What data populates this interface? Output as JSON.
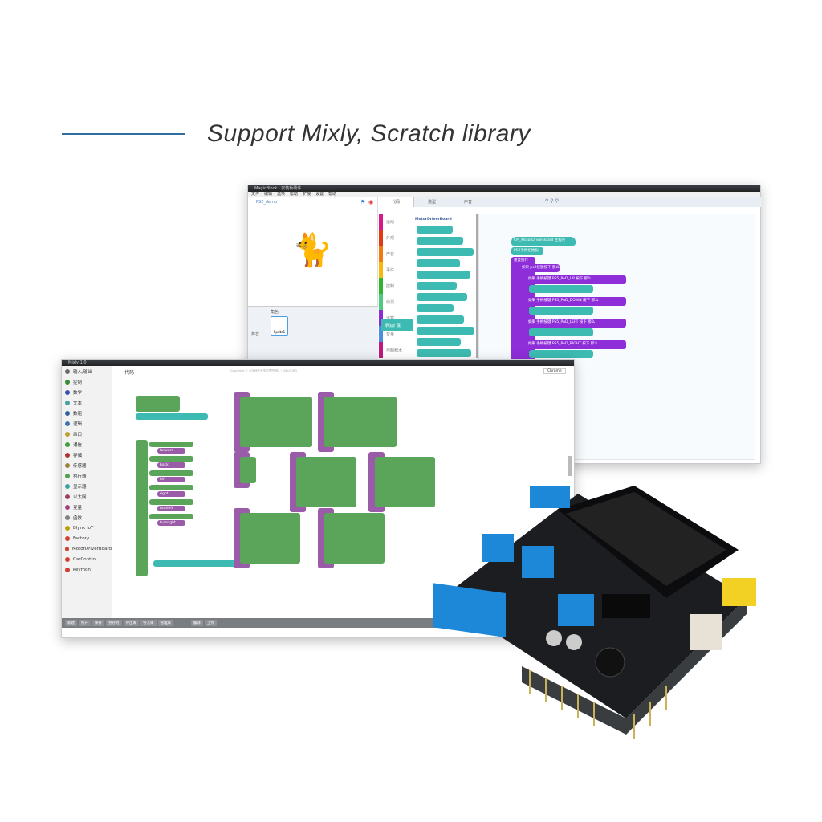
{
  "headline": "Support Mixly, Scratch library",
  "colors": {
    "rule": "#2f6f9f",
    "scratch_teal": "#3dbbb2",
    "scratch_purple": "#8e2ed9",
    "mixly_green": "#5ba55b",
    "mixly_purple": "#9a5ca8",
    "board_blue": "#1e88d8"
  },
  "scratch": {
    "title": "MagicBlock - 安装板硬件",
    "menu": [
      "文件",
      "编辑",
      "选项",
      "帮助",
      "扩展",
      "设置",
      "帮助"
    ],
    "project": "PS2_demo",
    "tabs": [
      "代码",
      "造型",
      "声音"
    ],
    "categories": [
      {
        "label": "运动",
        "color": "#d6198a"
      },
      {
        "label": "外观",
        "color": "#e03a14"
      },
      {
        "label": "声音",
        "color": "#f07a10"
      },
      {
        "label": "事件",
        "color": "#f8b70c"
      },
      {
        "label": "控制",
        "color": "#2db533"
      },
      {
        "label": "侦测",
        "color": "#4ec97e"
      },
      {
        "label": "运算",
        "color": "#8a2bd6"
      },
      {
        "label": "变量",
        "color": "#4a8fe0"
      },
      {
        "label": "自制积木",
        "color": "#c01880"
      }
    ],
    "palette_title": "MotorDriverBoard",
    "add_extension": "添加扩展",
    "sprite_label": "角色",
    "sprite_name": "Sprite1",
    "stage_label": "舞台",
    "script": [
      "CM_MotorDriverBoard 主程序",
      "PS2手柄初始化",
      "重复执行",
      "如果 ps2按键按下 那么",
      "如果 手柄按键 PS5_PAD_UP 按下 那么",
      "如果 手柄按键 PS5_PAD_DOWN 按下 那么",
      "如果 手柄按键 PS5_PAD_LEFT 按下 那么",
      "如果 手柄按键 PS5_PAD_RIGHT 按下 那么"
    ]
  },
  "mixly": {
    "title": "Mixly 1.0",
    "tab": "代码",
    "copyright": "Copyright © 北京师范大学米思齐团队 | MIXLY.ORG",
    "board": "Chrome",
    "sidebar": [
      {
        "label": "输入/输出",
        "color": "#6a6a6a"
      },
      {
        "label": "控制",
        "color": "#3a8a3a"
      },
      {
        "label": "数学",
        "color": "#3a4fb0"
      },
      {
        "label": "文本",
        "color": "#4aa0a0"
      },
      {
        "label": "数组",
        "color": "#3060a0"
      },
      {
        "label": "逻辑",
        "color": "#4070b0"
      },
      {
        "label": "串口",
        "color": "#c0a030"
      },
      {
        "label": "通信",
        "color": "#40a040"
      },
      {
        "label": "存储",
        "color": "#b03030"
      },
      {
        "label": "传感器",
        "color": "#a08040"
      },
      {
        "label": "执行器",
        "color": "#50a050"
      },
      {
        "label": "显示器",
        "color": "#40a0a0"
      },
      {
        "label": "以太网",
        "color": "#a04060"
      },
      {
        "label": "变量",
        "color": "#a04080"
      },
      {
        "label": "函数",
        "color": "#808080"
      },
      {
        "label": "Blynk IoT",
        "color": "#c0a000"
      },
      {
        "label": "Factory",
        "color": "#d04030"
      },
      {
        "label": "MotorDriverBoard",
        "color": "#d04030"
      },
      {
        "label": "CarControl",
        "color": "#d04030"
      },
      {
        "label": "keymon",
        "color": "#d04030"
      }
    ],
    "functions": [
      "forward",
      "back",
      "left",
      "right",
      "turnleft",
      "turnright"
    ],
    "bottom": [
      "新建",
      "打开",
      "保存",
      "另存为",
      "导出库",
      "导入库",
      "管理库"
    ],
    "bottom_right": [
      "编译",
      "上传"
    ]
  }
}
